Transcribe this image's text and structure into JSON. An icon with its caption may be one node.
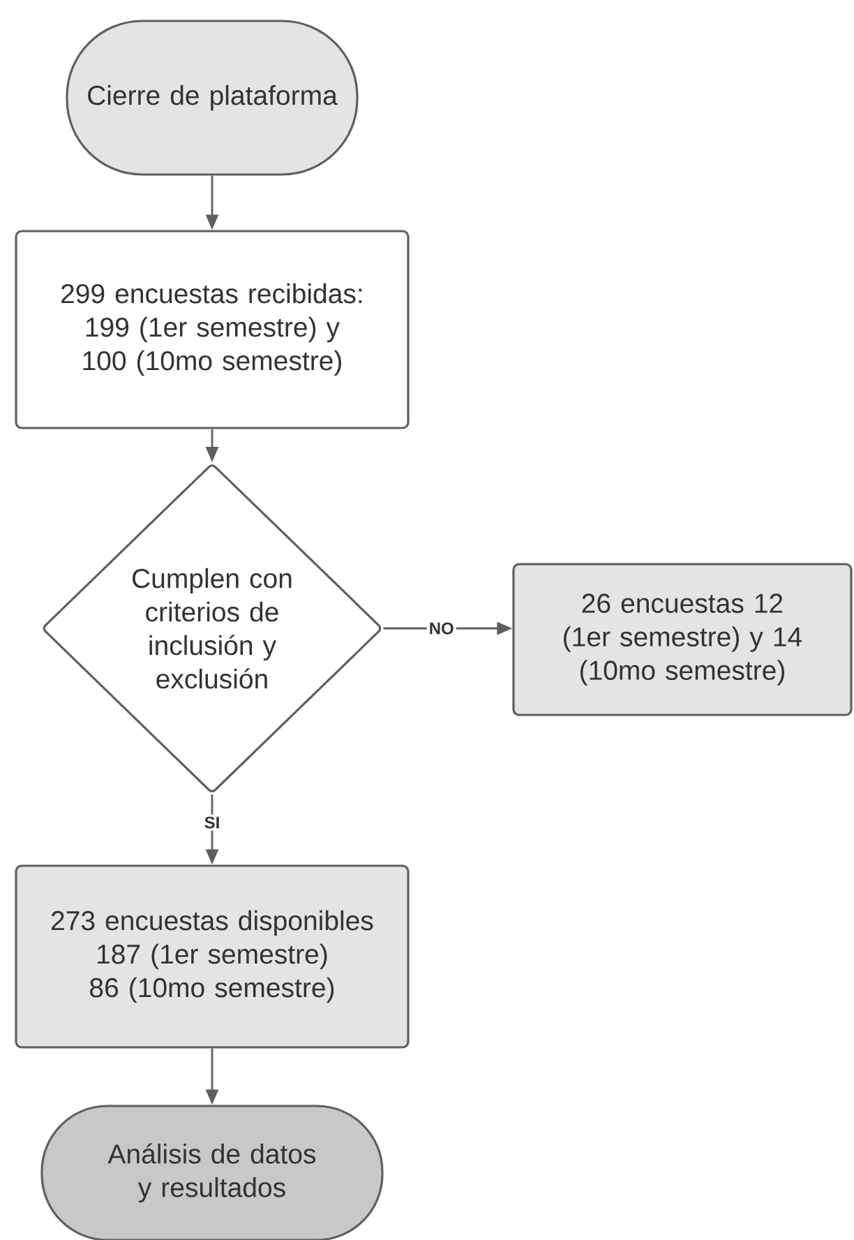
{
  "diagram": {
    "nodes": [
      {
        "text": [
          "Cierre de plataforma"
        ]
      },
      {
        "text": [
          "299 encuestas recibidas: 199 (1er semestre) y 100 (10mo semestre)"
        ]
      },
      {
        "text": [
          "Cumplen con criterios de inclusión y exclusión"
        ]
      },
      {
        "text": [
          "26 encuestas 12 (1er semestre) y 14 (10mo semestre)"
        ]
      },
      {
        "text": [
          "273 encuestas disponibles 187 (1er semestre) 86 (10mo semestre)"
        ]
      },
      {
        "text": [
          "Análisis de datos y resultados"
        ]
      }
    ],
    "edges": [
      {
        "from": 0,
        "to": 1,
        "arrow": "to"
      },
      {
        "from": 1,
        "to": 2,
        "arrow": "to"
      },
      {
        "from": 2,
        "to": 3,
        "arrow": "to",
        "label": "NO"
      },
      {
        "from": 2,
        "to": 4,
        "arrow": "to",
        "label": "SI"
      },
      {
        "from": 4,
        "to": 5,
        "arrow": "to"
      }
    ]
  }
}
